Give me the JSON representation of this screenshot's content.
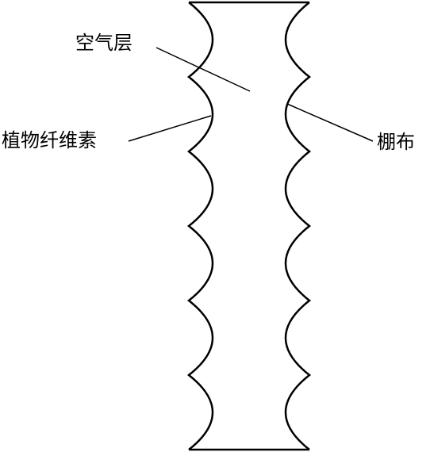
{
  "labels": {
    "air_layer": "空气层",
    "plant_fiber": "植物纤维素",
    "shed_cloth": "棚布"
  },
  "colors": {
    "stroke": "#000000",
    "background": "#ffffff"
  },
  "structure": {
    "left_wall_arcs": 6,
    "right_wall_arcs": 6
  }
}
